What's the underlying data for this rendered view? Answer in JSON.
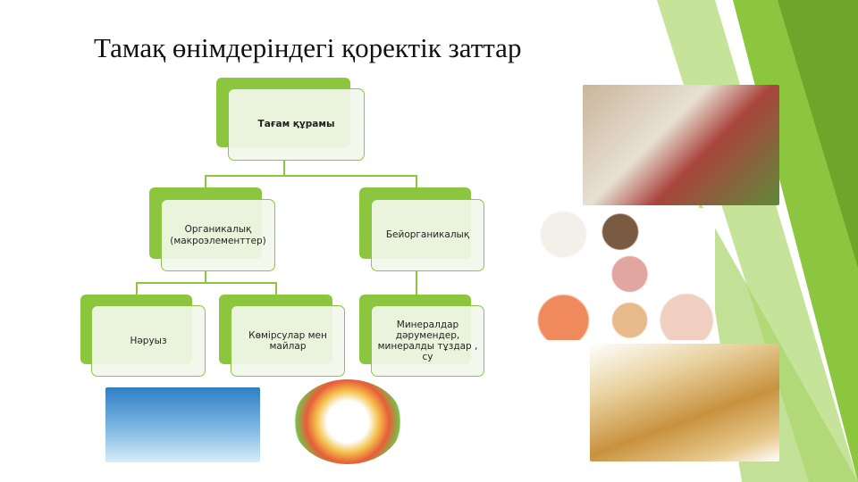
{
  "slide": {
    "title": "Тамақ өнімдеріндегі қоректік заттар"
  },
  "diagram": {
    "root": "Тағам құрамы",
    "organic": "Органикалық (макроэлементтер)",
    "inorganic": "Бейорганикалық",
    "protein": "Нәруыз",
    "carbs_fats": "Көмірсулар мен майлар",
    "minerals": "Минералдар дәрумендер, минералды тұздар , су"
  },
  "colors": {
    "accent": "#8cc63f",
    "box_fill": "#f2f7ea"
  }
}
